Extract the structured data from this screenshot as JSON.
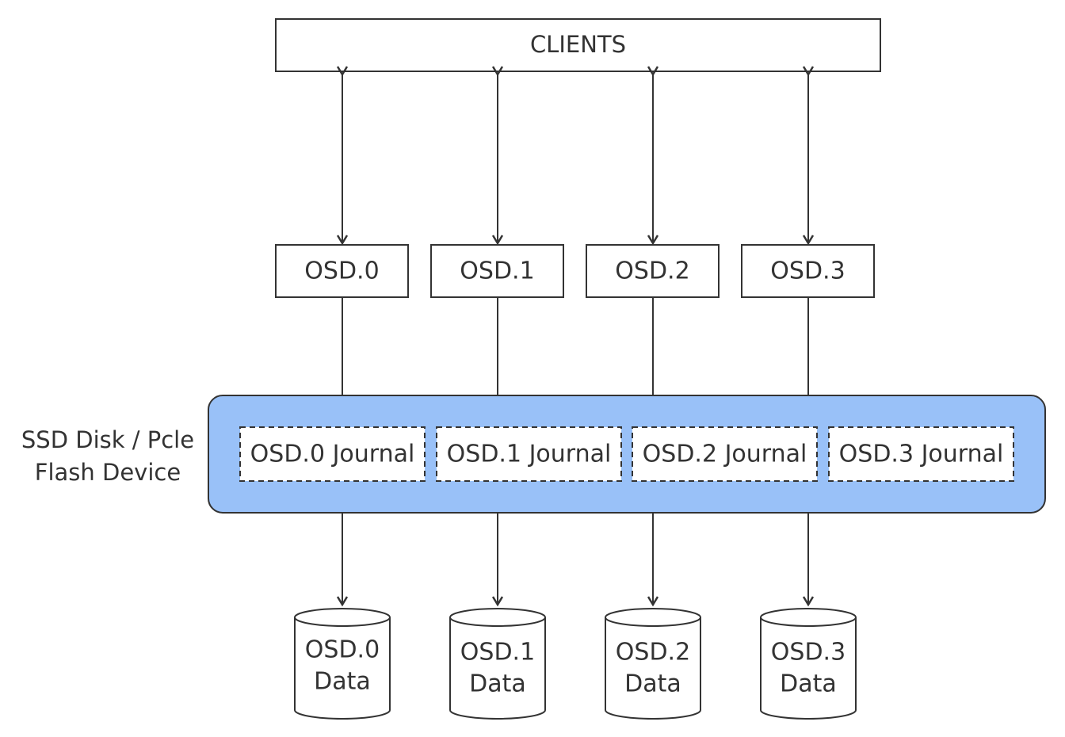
{
  "clients": {
    "label": "CLIENTS"
  },
  "osds": [
    {
      "label": "OSD.0"
    },
    {
      "label": "OSD.1"
    },
    {
      "label": "OSD.2"
    },
    {
      "label": "OSD.3"
    }
  ],
  "device": {
    "label_line1": "SSD Disk / Pcle",
    "label_line2": "Flash Device",
    "fill_color": "#99c1f8",
    "journals": [
      {
        "label": "OSD.0 Journal"
      },
      {
        "label": "OSD.1 Journal"
      },
      {
        "label": "OSD.2 Journal"
      },
      {
        "label": "OSD.3 Journal"
      }
    ]
  },
  "data_disks": [
    {
      "line1": "OSD.0",
      "line2": "Data"
    },
    {
      "line1": "OSD.1",
      "line2": "Data"
    },
    {
      "line1": "OSD.2",
      "line2": "Data"
    },
    {
      "line1": "OSD.3",
      "line2": "Data"
    }
  ]
}
